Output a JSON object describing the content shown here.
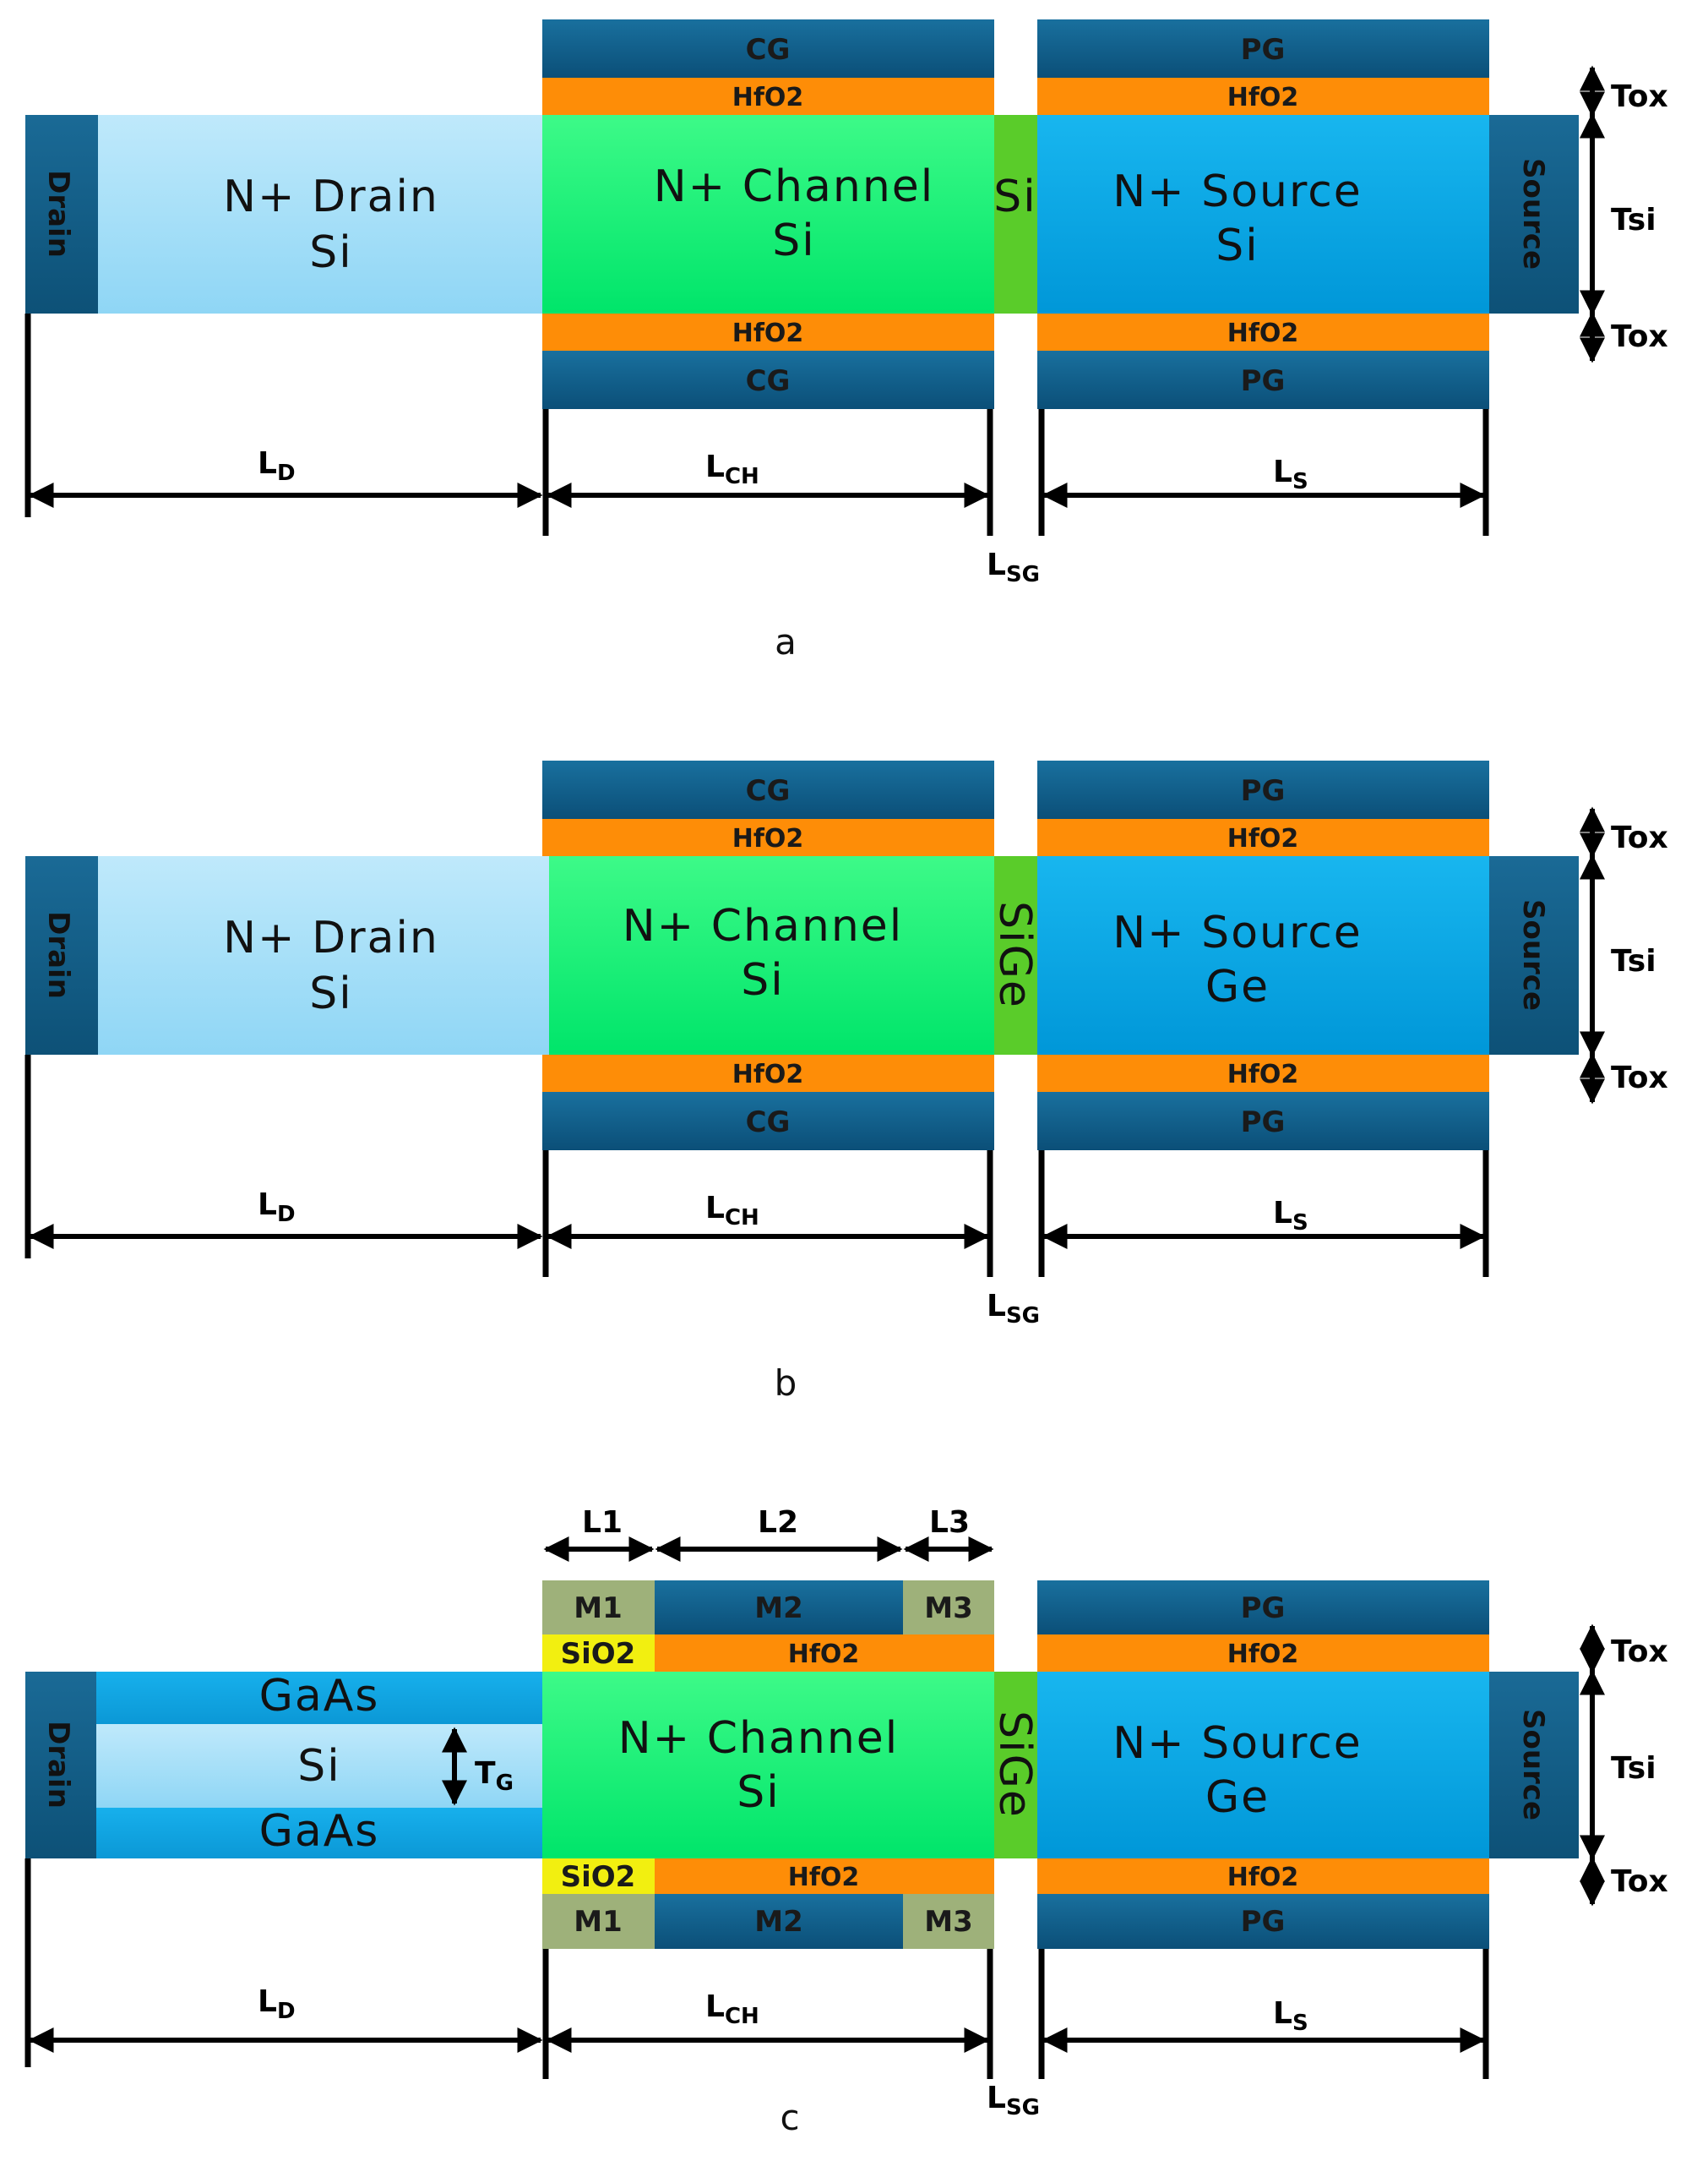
{
  "panels": [
    {
      "panel_label": "a",
      "drain_contact": "Drain",
      "source_contact": "Source",
      "drain_region": {
        "line1": "N+ Drain",
        "line2": "Si"
      },
      "channel_region": {
        "line1": "N+ Channel",
        "line2": "Si"
      },
      "spacer": "Si",
      "source_region": {
        "line1": "N+ Source",
        "line2": "Si"
      },
      "control_gate": "CG",
      "polarity_gate": "PG",
      "oxide": "HfO2",
      "dims": {
        "ld": "L",
        "ld_sub": "D",
        "lch": "L",
        "lch_sub": "CH",
        "ls": "L",
        "ls_sub": "S",
        "lsg": "L",
        "lsg_sub": "SG",
        "tox_top": "Tox",
        "tsi": "Tsi",
        "tox_bottom": "Tox"
      }
    },
    {
      "panel_label": "b",
      "drain_contact": "Drain",
      "source_contact": "Source",
      "drain_region": {
        "line1": "N+ Drain",
        "line2": "Si"
      },
      "channel_region": {
        "line1": "N+ Channel",
        "line2": "Si"
      },
      "spacer": "SiGe",
      "source_region": {
        "line1": "N+ Source",
        "line2": "Ge"
      },
      "control_gate": "CG",
      "polarity_gate": "PG",
      "oxide": "HfO2",
      "dims": {
        "ld": "L",
        "ld_sub": "D",
        "lch": "L",
        "lch_sub": "CH",
        "ls": "L",
        "ls_sub": "S",
        "lsg": "L",
        "lsg_sub": "SG",
        "tox_top": "Tox",
        "tsi": "Tsi",
        "tox_bottom": "Tox"
      }
    },
    {
      "panel_label": "c",
      "drain_contact": "Drain",
      "source_contact": "Source",
      "drain_layers": {
        "top": "GaAs",
        "middle": "Si",
        "bottom": "GaAs",
        "tg": "T",
        "tg_sub": "G"
      },
      "channel_region": {
        "line1": "N+ Channel",
        "line2": "Si"
      },
      "spacer": "SiGe",
      "source_region": {
        "line1": "N+ Source",
        "line2": "Ge"
      },
      "gate_metals": {
        "m1": "M1",
        "m2": "M2",
        "m3": "M3"
      },
      "gate_oxides": {
        "sio2": "SiO2",
        "hfo2": "HfO2"
      },
      "gate_lengths": {
        "l1": "L1",
        "l2": "L2",
        "l3": "L3"
      },
      "polarity_gate": "PG",
      "oxide": "HfO2",
      "dims": {
        "ld": "L",
        "ld_sub": "D",
        "lch": "L",
        "lch_sub": "CH",
        "ls": "L",
        "ls_sub": "S",
        "lsg": "L",
        "lsg_sub": "SG",
        "tox_top": "Tox",
        "tsi": "Tsi",
        "tox_bottom": "Tox"
      }
    }
  ]
}
